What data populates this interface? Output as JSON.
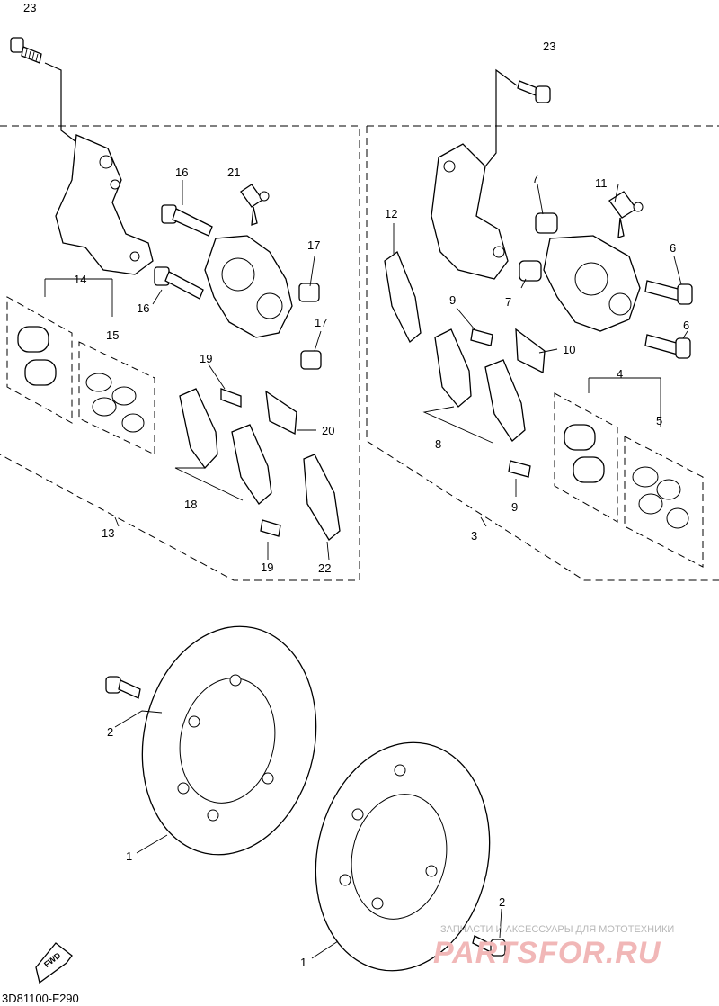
{
  "diagram_code": "3D81100-F290",
  "fwd_label": "FWD",
  "watermark": {
    "tagline": "ЗАПЧАСТИ И АКСЕССУАРЫ ДЛЯ МОТОТЕХНИКИ",
    "brand": "PARTSFOR.RU"
  },
  "callouts": {
    "c23a": "23",
    "c23b": "23",
    "c16a": "16",
    "c16b": "16",
    "c21": "21",
    "c17a": "17",
    "c17b": "17",
    "c14": "14",
    "c15": "15",
    "c19a": "19",
    "c19b": "19",
    "c20": "20",
    "c18": "18",
    "c22": "22",
    "c13": "13",
    "c12": "12",
    "c7a": "7",
    "c7b": "7",
    "c11": "11",
    "c6a": "6",
    "c6b": "6",
    "c9a": "9",
    "c9b": "9",
    "c10": "10",
    "c8": "8",
    "c4": "4",
    "c5": "5",
    "c3": "3",
    "c2a": "2",
    "c2b": "2",
    "c1a": "1",
    "c1b": "1"
  },
  "colors": {
    "line": "#000000",
    "watermark_brand": "#f1b7b7",
    "watermark_text": "#b8b8b8"
  }
}
